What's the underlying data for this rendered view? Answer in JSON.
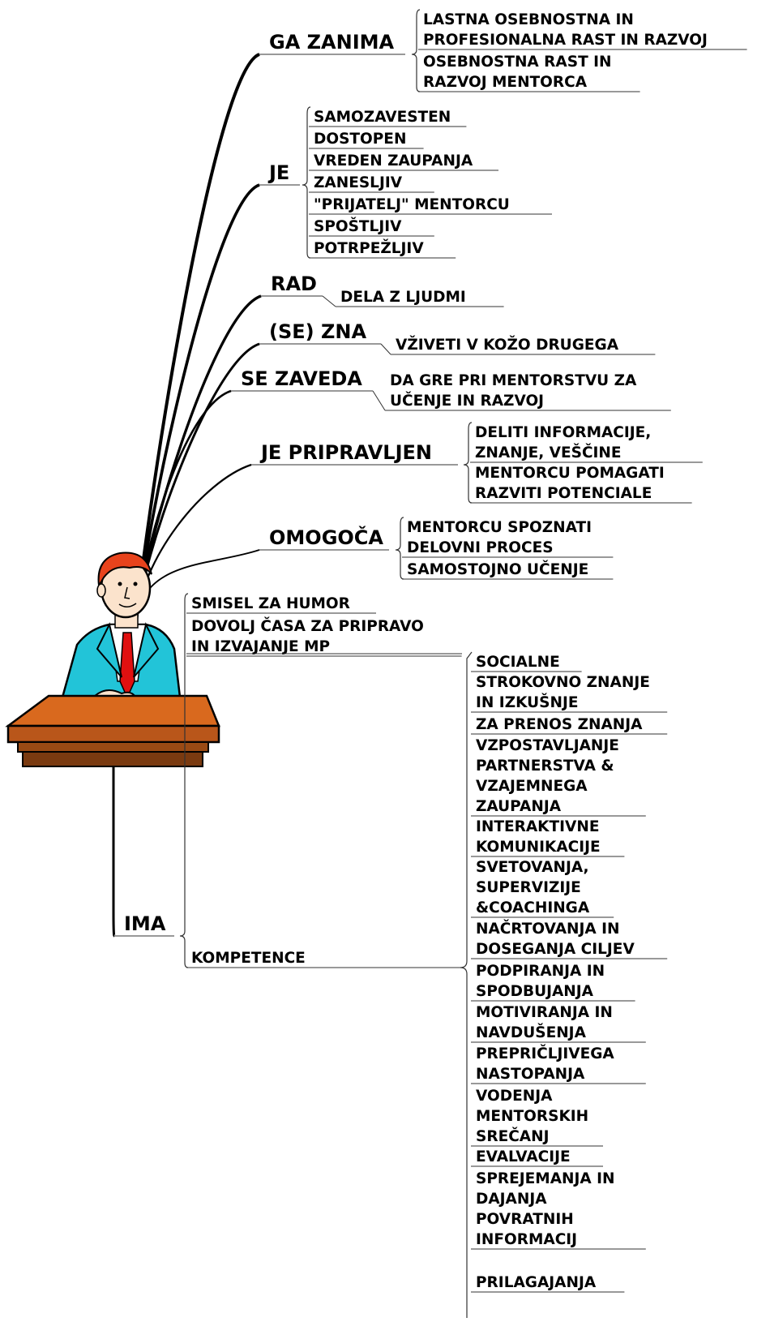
{
  "branches": [
    {
      "label": "GA ZANIMA",
      "items": [
        [
          "LASTNA OSEBNOSTNA IN",
          "PROFESIONALNA RAST IN RAZVOJ"
        ],
        [
          "OSEBNOSTNA RAST IN",
          "RAZVOJ MENTORCA"
        ]
      ]
    },
    {
      "label": "JE",
      "items": [
        [
          "SAMOZAVESTEN"
        ],
        [
          "DOSTOPEN"
        ],
        [
          "VREDEN ZAUPANJA"
        ],
        [
          "ZANESLJIV"
        ],
        [
          "\"PRIJATELJ\" MENTORCU"
        ],
        [
          "SPOŠTLJIV"
        ],
        [
          "POTRPEŽLJIV"
        ]
      ]
    },
    {
      "label": "RAD",
      "items": [
        [
          "DELA Z LJUDMI"
        ]
      ]
    },
    {
      "label": "(SE) ZNA",
      "items": [
        [
          "VŽIVETI V KOŽO DRUGEGA"
        ]
      ]
    },
    {
      "label": "SE ZAVEDA",
      "items": [
        [
          "DA GRE PRI MENTORSTVU ZA",
          "UČENJE IN RAZVOJ"
        ]
      ]
    },
    {
      "label": "JE PRIPRAVLJEN",
      "items": [
        [
          "DELITI INFORMACIJE,",
          "ZNANJE, VEŠČINE"
        ],
        [
          "MENTORCU POMAGATI",
          "RAZVITI POTENCIALE"
        ]
      ]
    },
    {
      "label": "OMOGOČA",
      "items": [
        [
          "MENTORCU SPOZNATI",
          "DELOVNI PROCES"
        ],
        [
          "SAMOSTOJNO UČENJE"
        ]
      ]
    },
    {
      "label": "IMA",
      "items": [
        [
          "SMISEL ZA HUMOR"
        ],
        [
          "DOVOLJ ČASA ZA PRIPRAVO",
          "IN IZVAJANJE MP"
        ],
        [
          "KOMPETENCE"
        ]
      ]
    }
  ],
  "kompetence": [
    [
      "SOCIALNE"
    ],
    [
      "STROKOVNO ZNANJE",
      "IN IZKUŠNJE"
    ],
    [
      "ZA PRENOS ZNANJA"
    ],
    [
      "VZPOSTAVLJANJE",
      "PARTNERSTVA &",
      "VZAJEMNEGA",
      "ZAUPANJA"
    ],
    [
      "INTERAKTIVNE",
      "KOMUNIKACIJE"
    ],
    [
      "SVETOVANJA,",
      "SUPERVIZIJE",
      "&COACHINGA"
    ],
    [
      "NAČRTOVANJA IN",
      "DOSEGANJA CILJEV"
    ],
    [
      "PODPIRANJA IN",
      "SPODBUJANJA"
    ],
    [
      "MOTIVIRANJA IN",
      "NAVDUŠENJA"
    ],
    [
      "PREPRIČLJIVEGA",
      "NASTOPANJA"
    ],
    [
      "VODENJA",
      "MENTORSKIH",
      "SREČANJ"
    ],
    [
      "EVALVACIJE"
    ],
    [
      "SPREJEMANJA IN",
      "DAJANJA",
      "POVRATNIH",
      "INFORMACIJ"
    ],
    [
      "PRILAGAJANJA"
    ]
  ],
  "colors": {
    "hair": "#e8431c",
    "jacket": "#22c4d8",
    "tie": "#e01010",
    "desk": "#d9691e",
    "desk_dark": "#7a3a10"
  },
  "icon": "mentor-at-desk-icon"
}
